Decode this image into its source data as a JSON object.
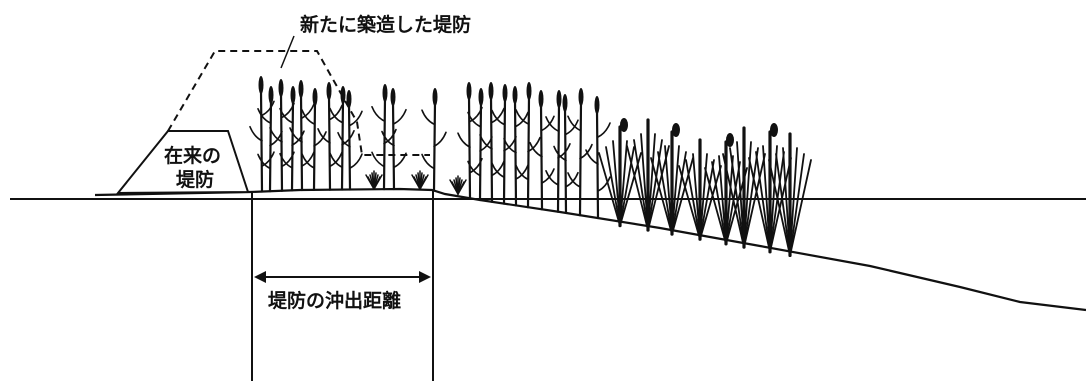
{
  "labels": {
    "new_embankment": "新たに築造した堤防",
    "old_embankment_line1": "在来の",
    "old_embankment_line2": "堤防",
    "extension_distance": "堤防の沖出距離"
  },
  "colors": {
    "line": "#111111",
    "background": "#ffffff"
  }
}
